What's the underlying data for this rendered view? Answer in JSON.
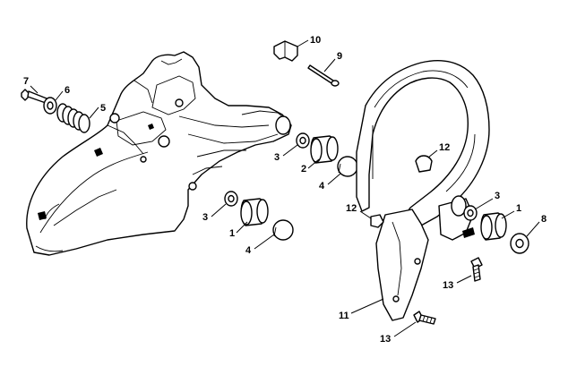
{
  "diagram": {
    "type": "exploded parts diagram",
    "callouts": [
      "1",
      "2",
      "3",
      "4",
      "5",
      "6",
      "7",
      "8",
      "9",
      "10",
      "11",
      "12",
      "13"
    ]
  }
}
